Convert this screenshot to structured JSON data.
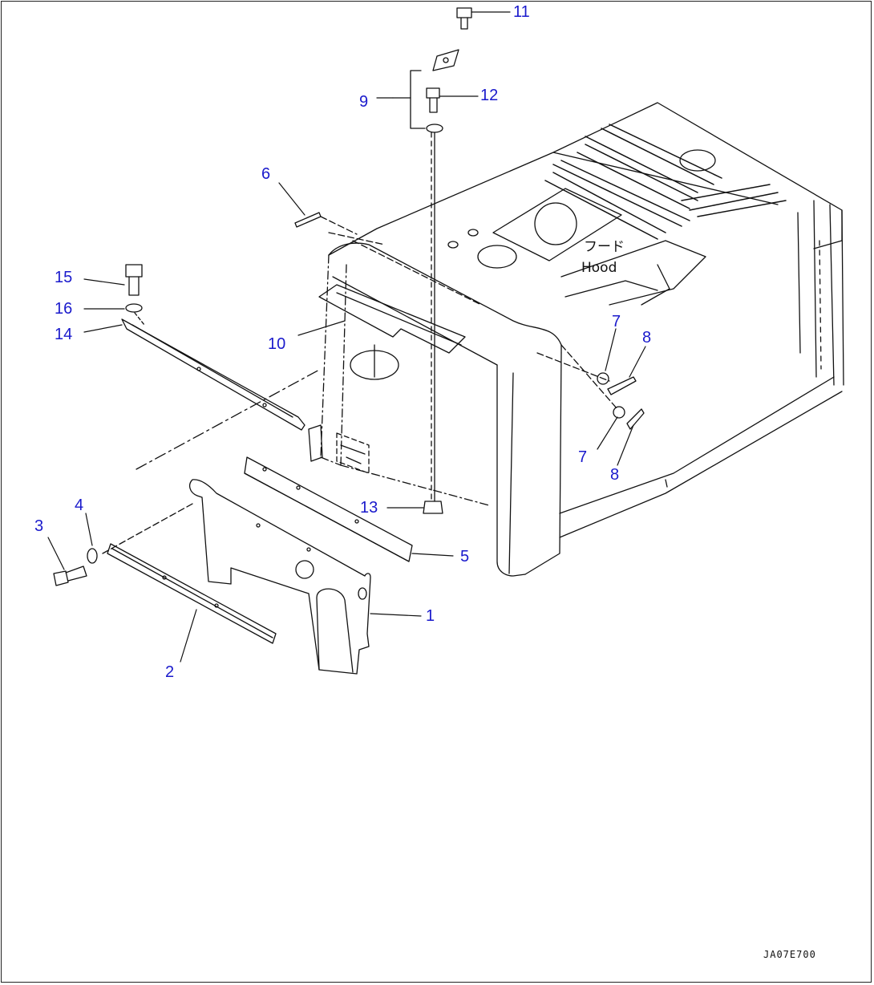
{
  "diagram": {
    "hood_label_jp": "フード",
    "hood_label_en": "Hood",
    "drawing_number": "JA07E700",
    "colors": {
      "callout": "#1a1acc",
      "line": "#111111",
      "frame": "#222222"
    },
    "callouts": [
      {
        "id": "c11",
        "label": "11"
      },
      {
        "id": "c9",
        "label": "9"
      },
      {
        "id": "c12",
        "label": "12"
      },
      {
        "id": "c6",
        "label": "6"
      },
      {
        "id": "c15",
        "label": "15"
      },
      {
        "id": "c16",
        "label": "16"
      },
      {
        "id": "c14",
        "label": "14"
      },
      {
        "id": "c10",
        "label": "10"
      },
      {
        "id": "c7a",
        "label": "7"
      },
      {
        "id": "c8a",
        "label": "8"
      },
      {
        "id": "c7b",
        "label": "7"
      },
      {
        "id": "c8b",
        "label": "8"
      },
      {
        "id": "c13",
        "label": "13"
      },
      {
        "id": "c5",
        "label": "5"
      },
      {
        "id": "c4",
        "label": "4"
      },
      {
        "id": "c3",
        "label": "3"
      },
      {
        "id": "c1",
        "label": "1"
      },
      {
        "id": "c2",
        "label": "2"
      }
    ]
  }
}
